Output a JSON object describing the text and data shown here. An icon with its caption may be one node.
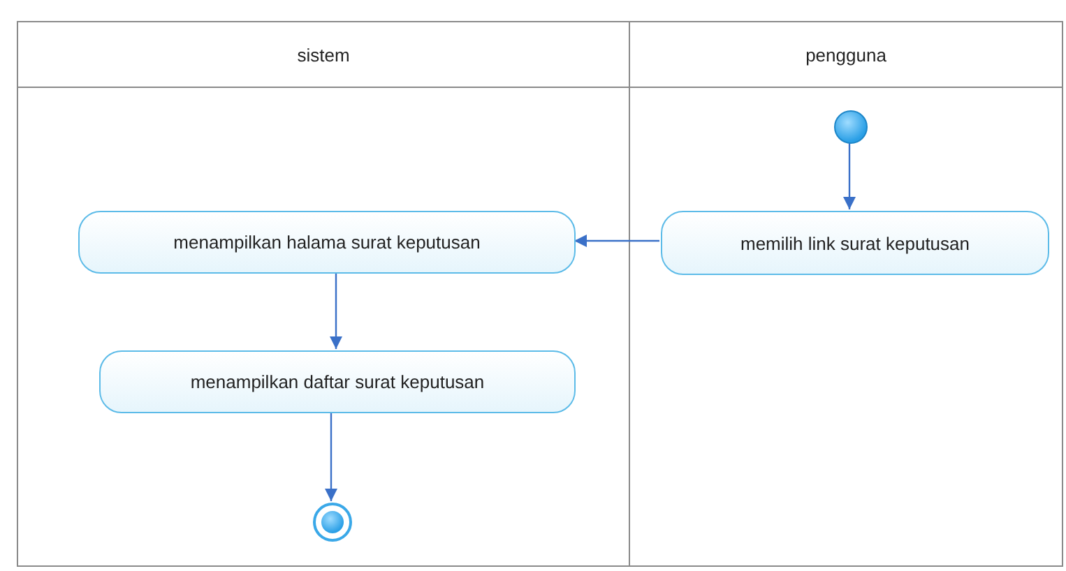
{
  "diagram": {
    "nodes": [
      {
        "text": [
          "sistem"
        ]
      },
      {
        "text": [
          "menampilkan halama surat keputusan"
        ],
        "in": 0
      },
      {
        "text": [
          "menampilkan daftar surat keputusan"
        ],
        "in": 0
      },
      {
        "text": [],
        "shape": "circle",
        "in": 0
      },
      {
        "text": [
          "pengguna"
        ]
      },
      {
        "text": [],
        "shape": "circle",
        "in": 4
      },
      {
        "text": [
          "memilih link surat keputusan"
        ],
        "in": 4
      }
    ],
    "edges": [
      {
        "from": 5,
        "to": 6,
        "arrow": "to"
      },
      {
        "from": 6,
        "to": 1,
        "arrow": "to"
      },
      {
        "from": 1,
        "to": 2,
        "arrow": "to"
      },
      {
        "from": 2,
        "to": 3,
        "arrow": "to"
      }
    ]
  }
}
